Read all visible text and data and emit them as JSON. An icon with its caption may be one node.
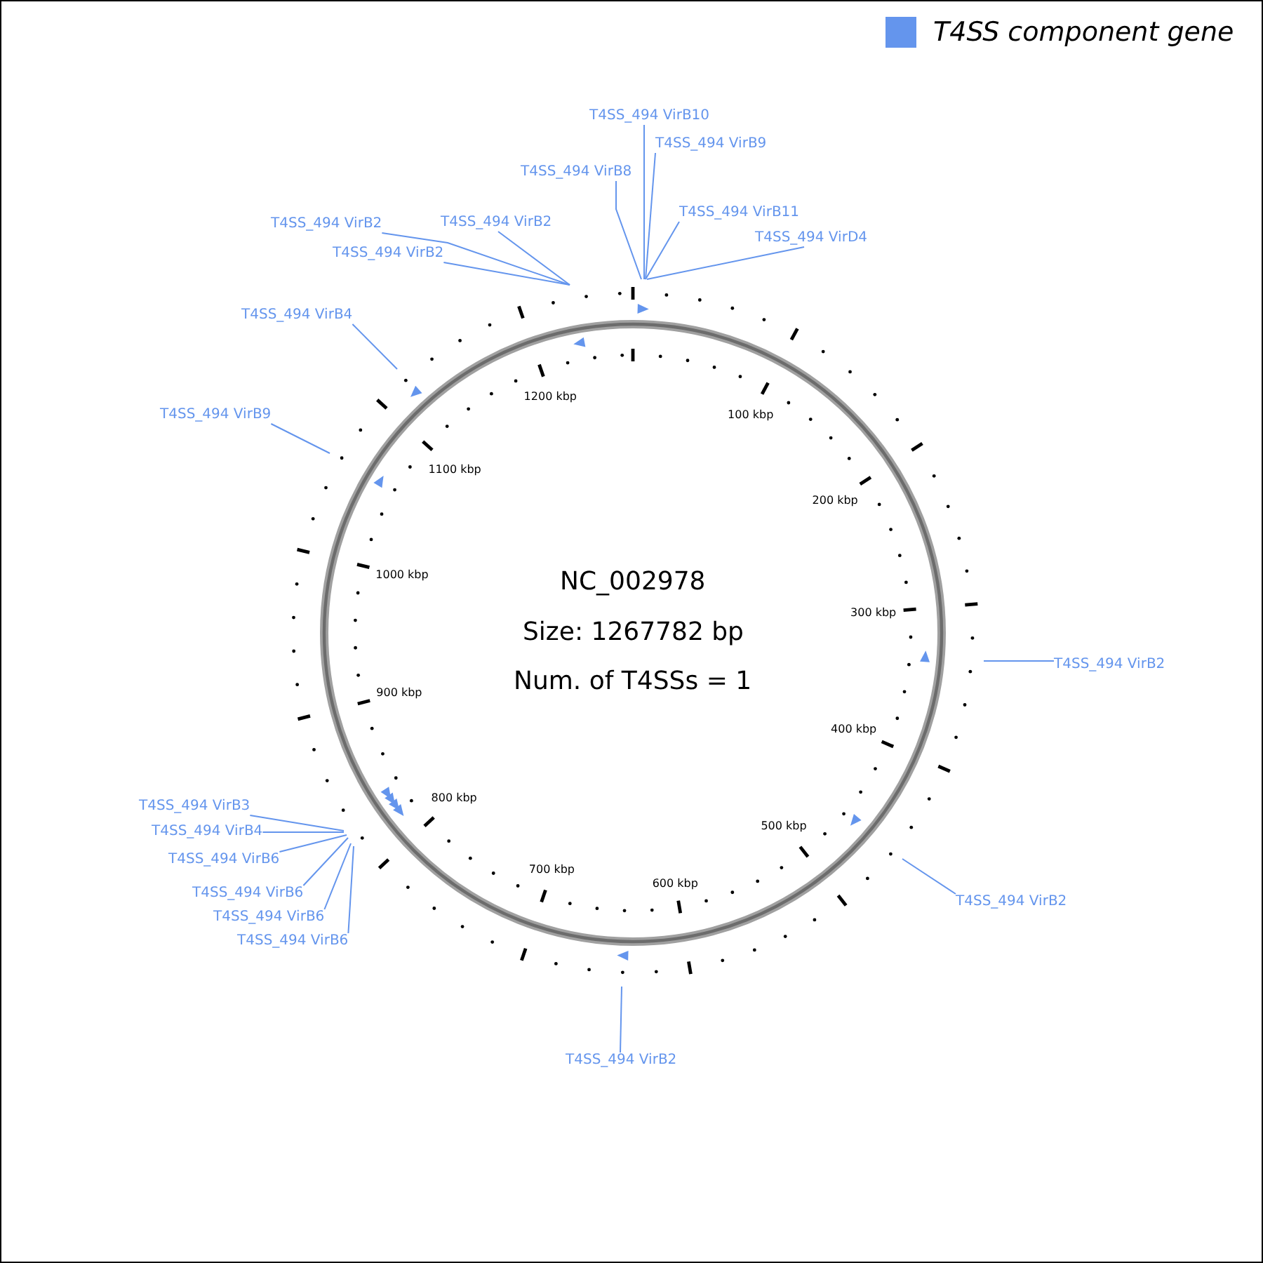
{
  "diagram": {
    "nodes": [
      {
        "text": [
          "T4SS_494 VirB10"
        ]
      },
      {
        "text": [
          "T4SS_494 VirB9"
        ]
      },
      {
        "text": [
          "T4SS_494 VirB8"
        ]
      },
      {
        "text": [
          "T4SS_494 VirB11"
        ]
      },
      {
        "text": [
          "T4SS_494 VirB2"
        ]
      },
      {
        "text": [
          "T4SS_494 VirB2"
        ]
      },
      {
        "text": [
          "T4SS_494 VirD4"
        ]
      },
      {
        "text": [
          "T4SS_494 VirB2"
        ]
      },
      {
        "text": [
          "T4SS_494 VirB4"
        ]
      },
      {
        "text": [
          "T4SS_494 VirB9"
        ]
      },
      {
        "text": [
          "T4SS_494 VirB2"
        ]
      },
      {
        "text": [
          "T4SS_494 VirB3"
        ]
      },
      {
        "text": [
          "T4SS_494 VirB4"
        ]
      },
      {
        "text": [
          "T4SS_494 VirB6"
        ]
      },
      {
        "text": [
          "T4SS_494 VirB6"
        ]
      },
      {
        "text": [
          "T4SS_494 VirB2"
        ]
      },
      {
        "text": [
          "T4SS_494 VirB6"
        ]
      },
      {
        "text": [
          "T4SS_494 VirB6"
        ]
      },
      {
        "text": [
          "T4SS_494 VirB2"
        ]
      }
    ],
    "edges": [
      {
        "from": 0,
        "to": null,
        "arrow": "none"
      },
      {
        "from": 1,
        "to": null,
        "arrow": "none"
      },
      {
        "from": 2,
        "to": null,
        "arrow": "none"
      },
      {
        "from": 3,
        "to": null,
        "arrow": "none"
      },
      {
        "from": 4,
        "to": null,
        "arrow": "none"
      },
      {
        "from": 5,
        "to": null,
        "arrow": "none"
      },
      {
        "from": 6,
        "to": null,
        "arrow": "none"
      },
      {
        "from": 7,
        "to": null,
        "arrow": "none"
      },
      {
        "from": 8,
        "to": null,
        "arrow": "none"
      },
      {
        "from": 9,
        "to": null,
        "arrow": "none"
      },
      {
        "from": 10,
        "to": null,
        "arrow": "none"
      },
      {
        "from": 11,
        "to": null,
        "arrow": "none"
      },
      {
        "from": 12,
        "to": null,
        "arrow": "none"
      },
      {
        "from": 13,
        "to": null,
        "arrow": "none"
      },
      {
        "from": 14,
        "to": null,
        "arrow": "none"
      },
      {
        "from": 15,
        "to": null,
        "arrow": "none"
      },
      {
        "from": 16,
        "to": null,
        "arrow": "none"
      },
      {
        "from": 17,
        "to": null,
        "arrow": "none"
      },
      {
        "from": 18,
        "to": null,
        "arrow": "none"
      }
    ],
    "labels": [
      "NC_002978",
      "Size: 1267782 bp",
      "Num. of T4SSs = 1",
      "100 kbp",
      "200 kbp",
      "300 kbp",
      "400 kbp",
      "500 kbp",
      "600 kbp",
      "700 kbp",
      "800 kbp",
      "900 kbp",
      "1000 kbp",
      "1100 kbp",
      "1200 kbp"
    ],
    "legend": [
      {
        "text": "T4SS component gene",
        "color": "#6495ed"
      }
    ]
  }
}
